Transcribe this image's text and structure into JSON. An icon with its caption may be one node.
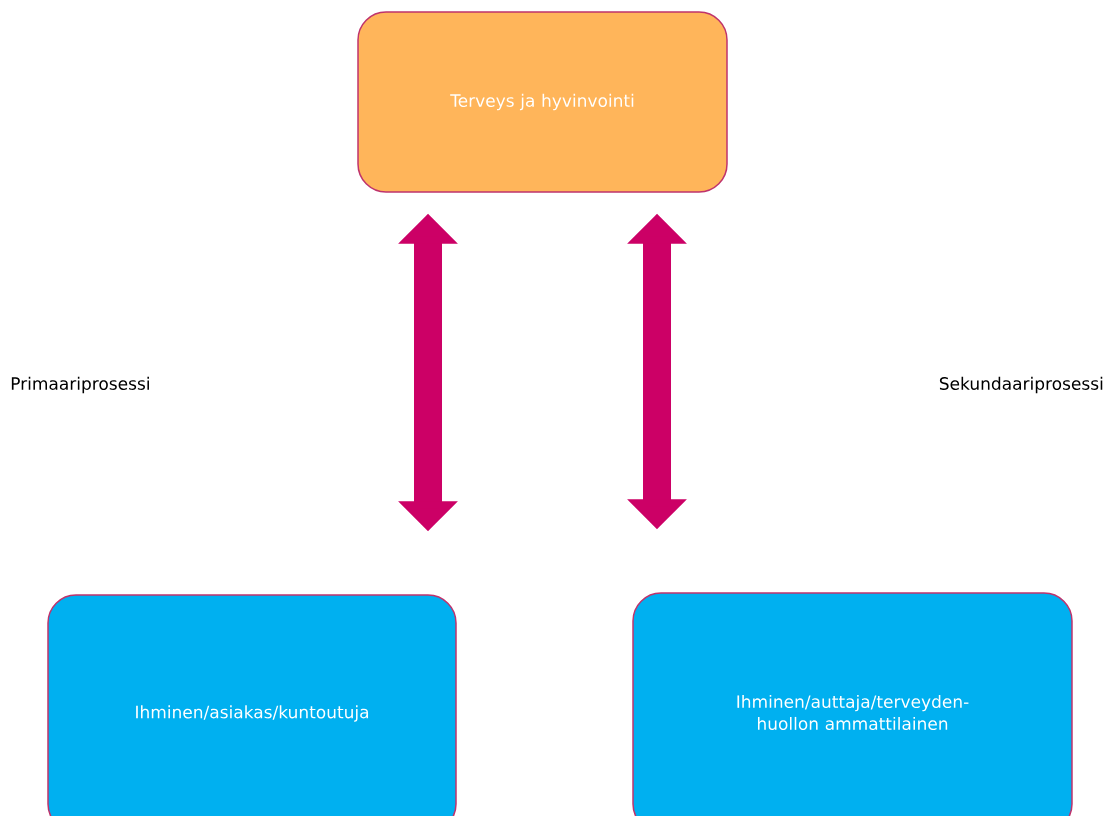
{
  "diagram": {
    "nodes": [
      {
        "text": [
          "Terveys ja hyvinvointi"
        ]
      },
      {
        "text": [
          "Ihminen/asiakas/kuntoutuja"
        ]
      },
      {
        "text": [
          "Ihminen/auttaja/terveyden- huollon ammattilainen"
        ]
      }
    ],
    "edges": [
      {
        "from": 0,
        "to": 1,
        "arrow": "both"
      },
      {
        "from": 0,
        "to": 2,
        "arrow": "both"
      }
    ],
    "labels": [
      "Primaariprosessi",
      "Sekundaariprosessi"
    ]
  }
}
